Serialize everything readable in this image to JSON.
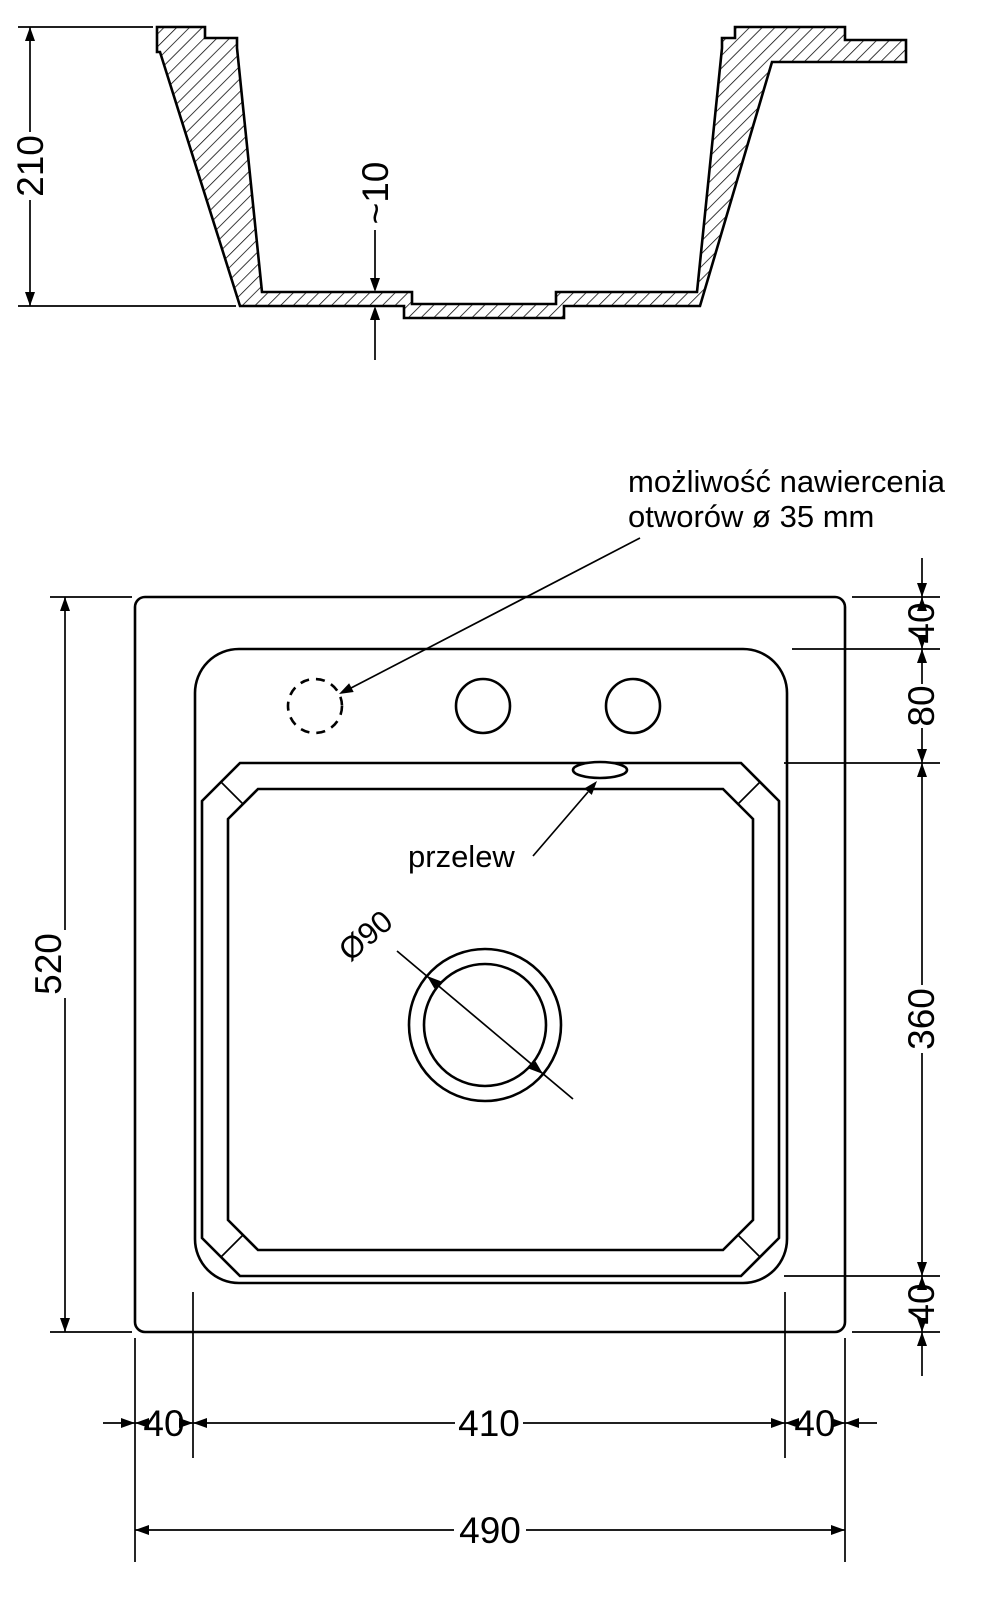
{
  "section": {
    "depth": "210",
    "bottom_thickness": "~10"
  },
  "plan": {
    "drill_note_line1": "możliwość nawiercenia",
    "drill_note_line2": "otworów ø 35 mm",
    "overflow_label": "przelew",
    "drain_diameter": "Ø90",
    "overall_height": "520",
    "overall_width": "490",
    "left_offset": "40",
    "basin_width": "410",
    "right_offset": "40",
    "top_offset": "40",
    "deck_height": "80",
    "basin_height": "360",
    "bottom_offset": "40"
  },
  "colors": {
    "line": "#000000",
    "background": "#ffffff"
  }
}
